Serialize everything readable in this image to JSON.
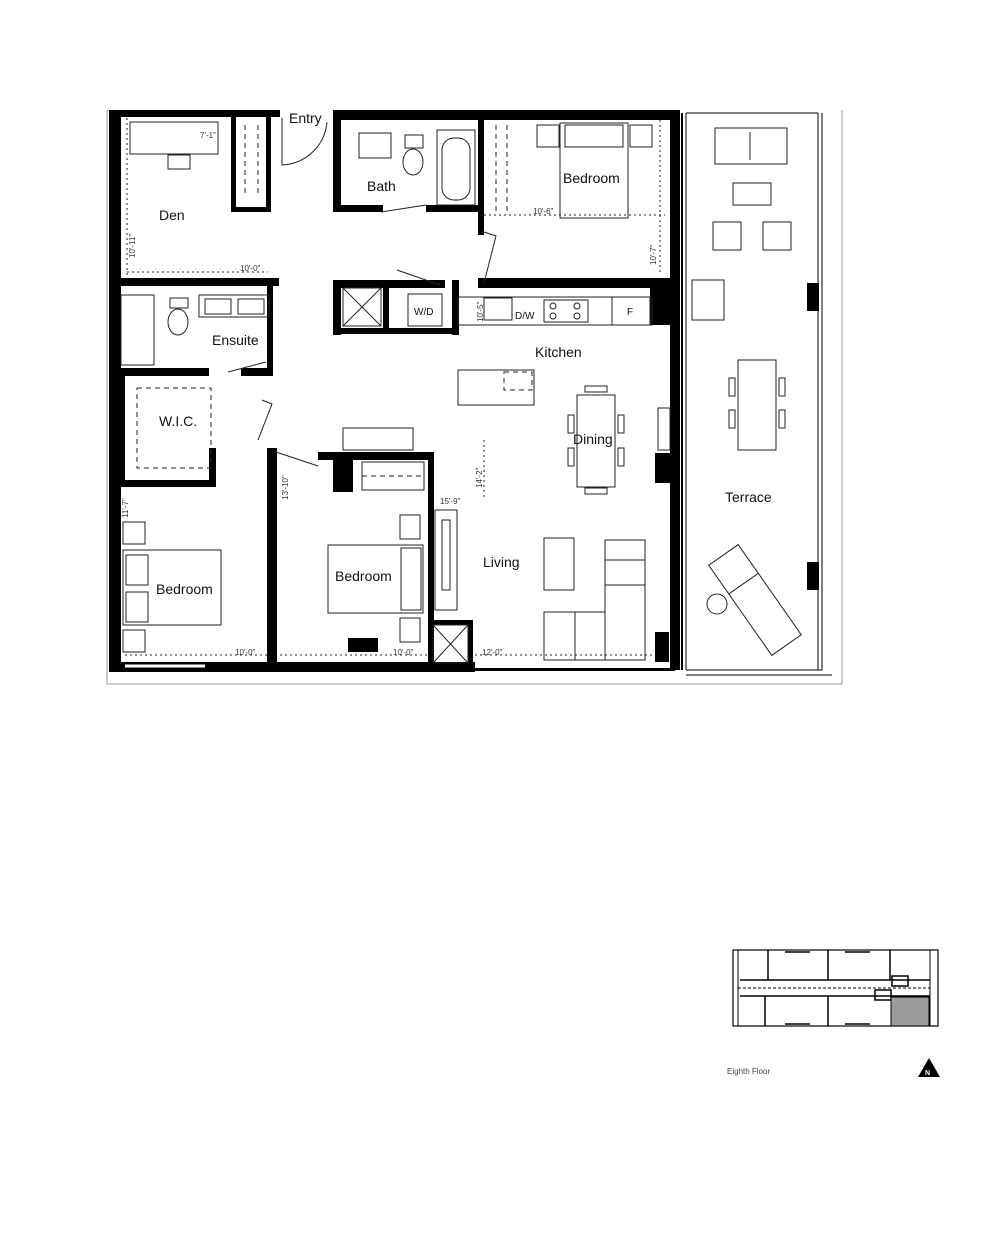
{
  "rooms": {
    "entry": "Entry",
    "den": "Den",
    "bath": "Bath",
    "bedroom_top": "Bedroom",
    "ensuite": "Ensuite",
    "kitchen": "Kitchen",
    "wic": "W.I.C.",
    "dining": "Dining",
    "terrace": "Terrace",
    "bedroom_left": "Bedroom",
    "bedroom_mid": "Bedroom",
    "living": "Living"
  },
  "appliances": {
    "washer_dryer": "W/D",
    "dishwasher": "D/W",
    "fridge": "F"
  },
  "dimensions": {
    "den_width": "7'-1\"",
    "den_height": "10'-11\"",
    "den_length": "10'-0\"",
    "bedroom_top_width": "10'-6\"",
    "bedroom_top_height": "10'-7\"",
    "kitchen_depth": "10'-5\"",
    "living_height": "14'-2\"",
    "living_width": "15'-9\"",
    "bedroom_mid_height": "13'-10\"",
    "bedroom_left_height": "11'-7\"",
    "bedroom_left_width": "10'-0\"",
    "bedroom_mid_width": "10'-0\"",
    "living_bottom_width": "12'-0\""
  },
  "key_plan": {
    "floor_label": "Eighth Floor",
    "north_label": "N",
    "highlight_color": "#9a9a9a"
  }
}
